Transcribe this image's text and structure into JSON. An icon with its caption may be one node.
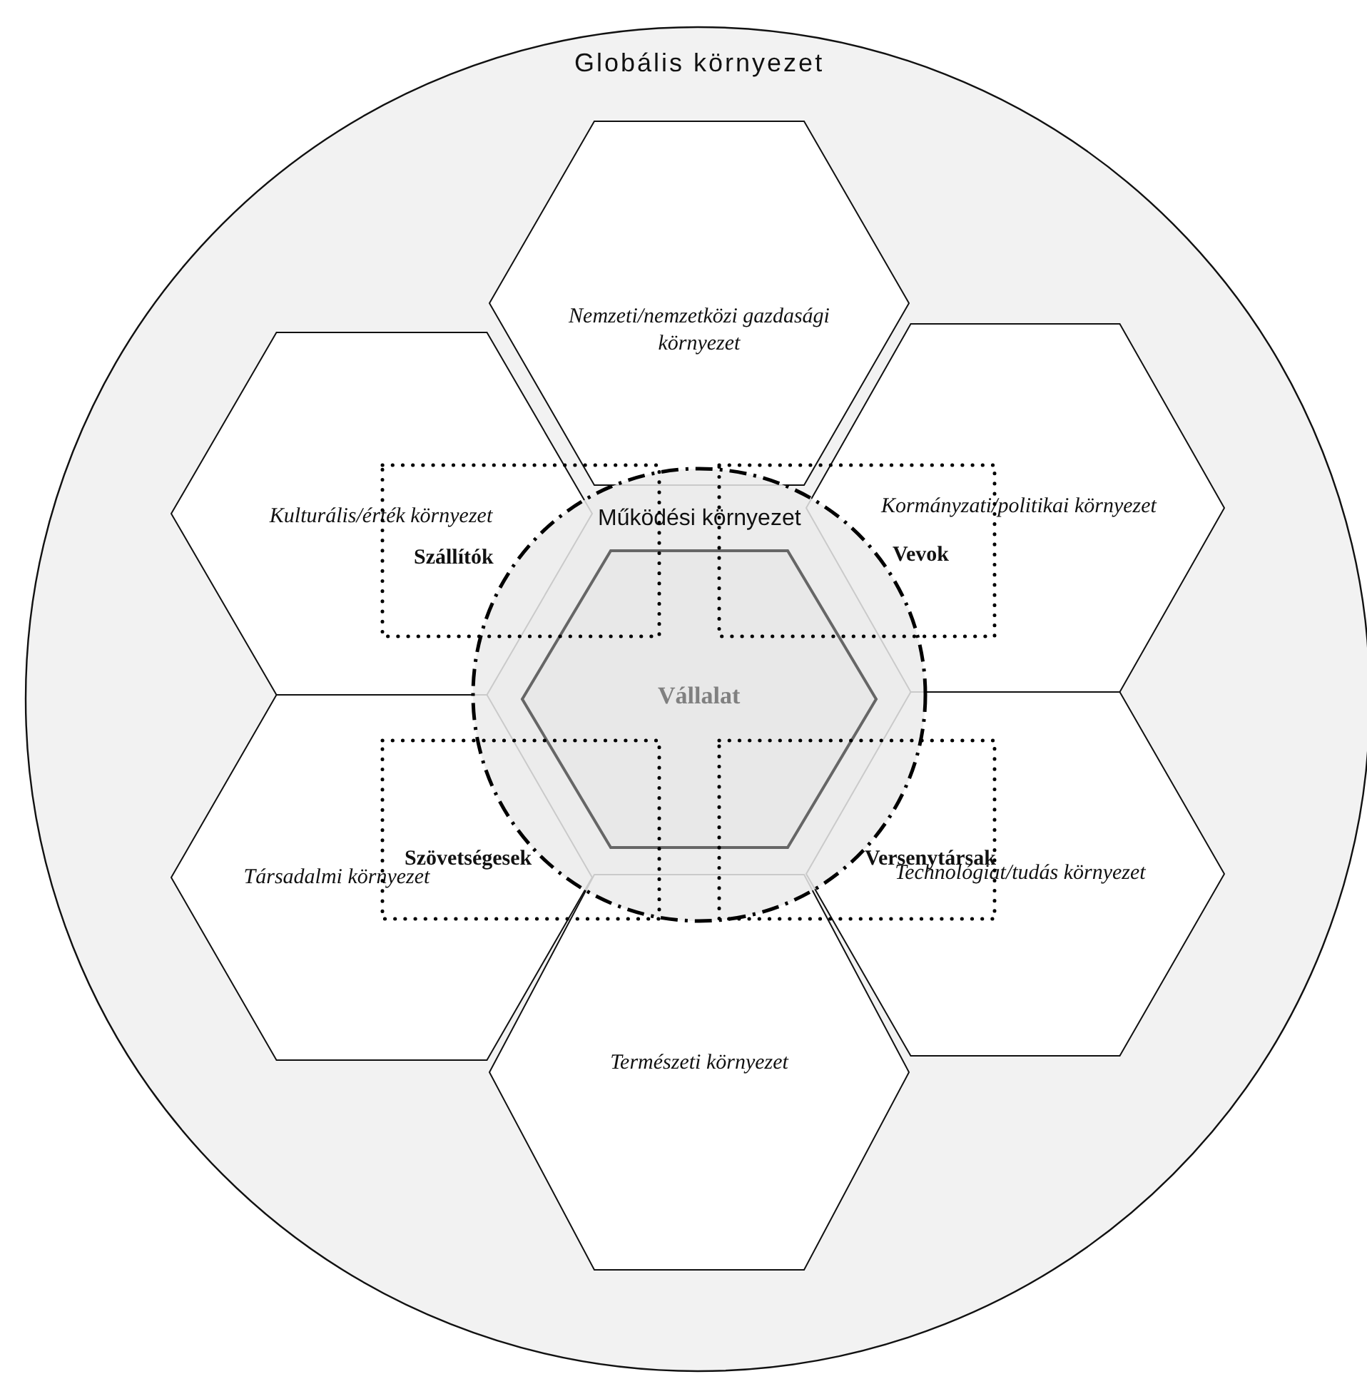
{
  "diagram": {
    "nodes": [
      {
        "text": [
          "Globális környezet"
        ]
      },
      {
        "text": [
          "Nemzeti/nemzetközi gazdasági környezet"
        ],
        "in": 0
      },
      {
        "text": [
          "Kulturális/érték környezet"
        ],
        "in": 0
      },
      {
        "text": [
          "Kormányzati/politikai környezet"
        ],
        "in": 0
      },
      {
        "text": [
          "Szállítók"
        ],
        "in": 0
      },
      {
        "text": [
          "Vevok"
        ],
        "in": 0
      },
      {
        "text": [
          "Működési környezet"
        ],
        "in": 0
      },
      {
        "text": [
          "Vállalat"
        ],
        "in": 6
      },
      {
        "text": [
          "Szövetségesek"
        ],
        "in": 0
      },
      {
        "text": [
          "Versenytársak"
        ],
        "in": 0
      },
      {
        "text": [
          "Társadalmi környezet"
        ],
        "in": 0
      },
      {
        "text": [
          "Technológiat/tudás környezet"
        ],
        "in": 0
      },
      {
        "text": [
          "Természeti környezet"
        ],
        "in": 0
      }
    ]
  }
}
